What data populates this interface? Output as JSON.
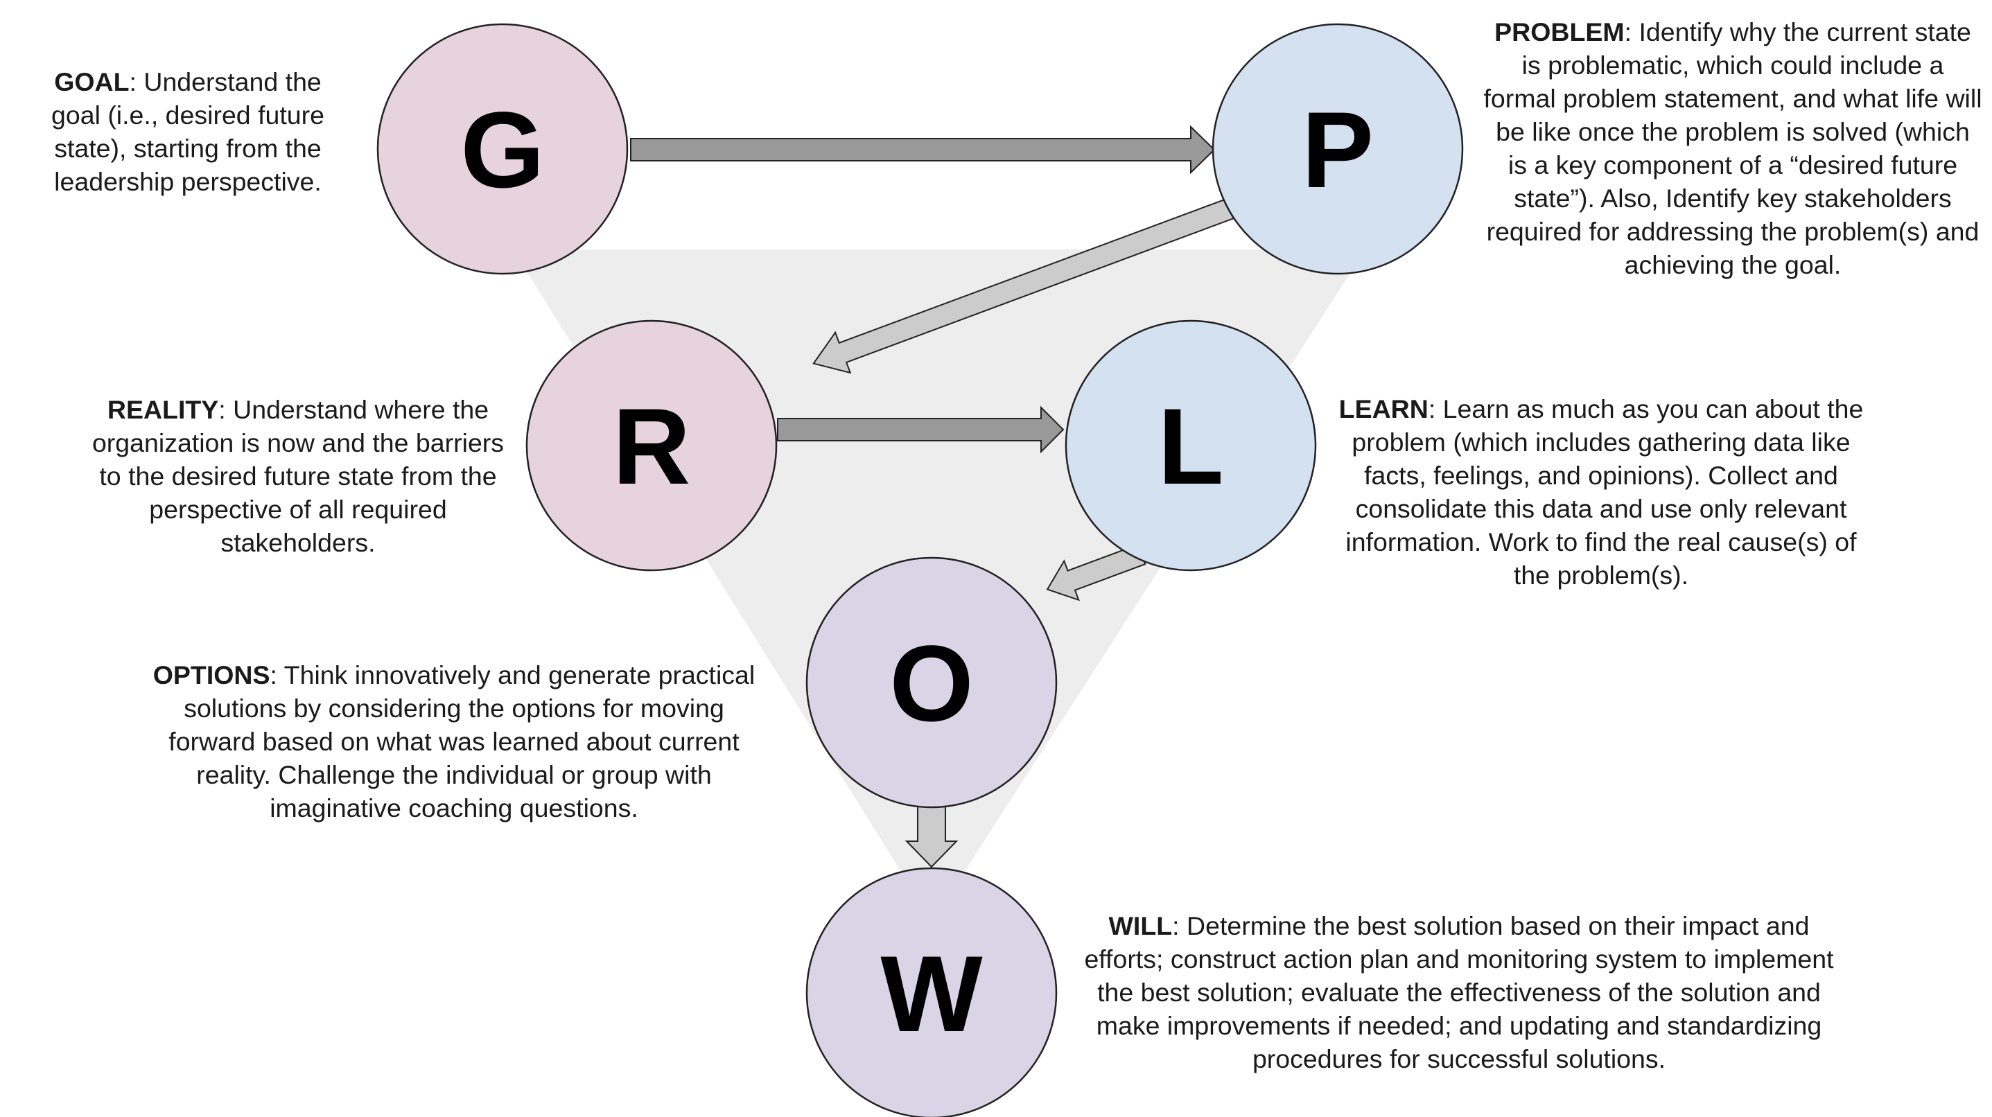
{
  "nodes": {
    "G": {
      "letter": "G",
      "fill": "#e6d3dc"
    },
    "P": {
      "letter": "P",
      "fill": "#d4e1f0"
    },
    "R": {
      "letter": "R",
      "fill": "#e6d3dc"
    },
    "L": {
      "letter": "L",
      "fill": "#d4e1f0"
    },
    "O": {
      "letter": "O",
      "fill": "#d9d4e6"
    },
    "W": {
      "letter": "W",
      "fill": "#d9d4e6"
    }
  },
  "descriptions": {
    "goal": {
      "term": "GOAL",
      "text": ": Understand the goal (i.e., desired future state), starting from the leadership perspective."
    },
    "problem": {
      "term": "PROBLEM",
      "text": ": Identify why the current state is problematic, which could include a formal problem statement, and what life will be like once the problem is solved (which is a key component of a “desired future state”). Also, Identify key stakeholders required for addressing the problem(s) and achieving the goal."
    },
    "reality": {
      "term": "REALITY",
      "text": ": Understand where the organization is now and the barriers to the desired future state from the perspective of all required stakeholders."
    },
    "learn": {
      "term": "LEARN",
      "text": ":  Learn as much as you can about the problem (which includes gathering data like facts, feelings, and opinions). Collect and consolidate this data and use only relevant information. Work to find the real cause(s) of the problem(s)."
    },
    "options": {
      "term": "OPTIONS",
      "text": ": Think innovatively and generate practical solutions by considering the options for moving forward based on what was learned about current reality. Challenge the individual or group with imaginative coaching questions."
    },
    "will": {
      "term": "WILL",
      "text": ": Determine the best solution based on their impact and efforts; construct action plan and monitoring system to implement the best solution; evaluate the effectiveness of the solution and make improvements if needed; and updating and standardizing procedures for successful solutions."
    }
  },
  "colors": {
    "background_triangle": "#ededed",
    "arrow_dark": "#999999",
    "arrow_light": "#cccccc",
    "stroke": "#222222"
  }
}
